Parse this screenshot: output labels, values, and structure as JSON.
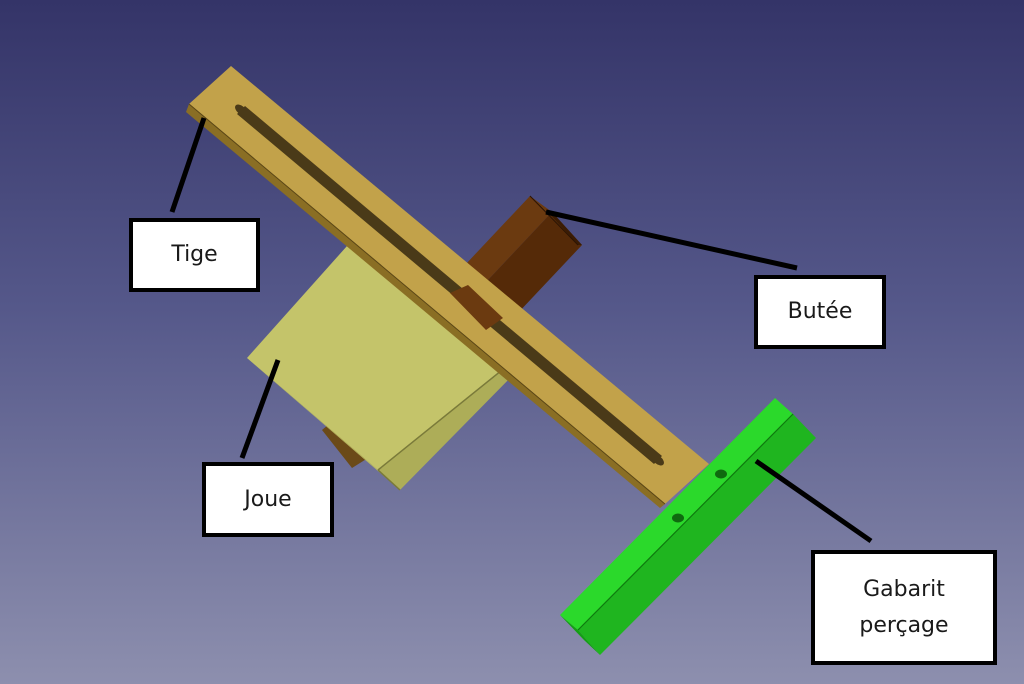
{
  "labels": {
    "tige": "Tige",
    "butee": "Butée",
    "joue": "Joue",
    "gabarit": "Gabarit\nperçage"
  },
  "colors": {
    "tige": "#c2a24a",
    "butee": "#6b3a10",
    "joue": "#c4c46a",
    "gabarit": "#27e027"
  }
}
